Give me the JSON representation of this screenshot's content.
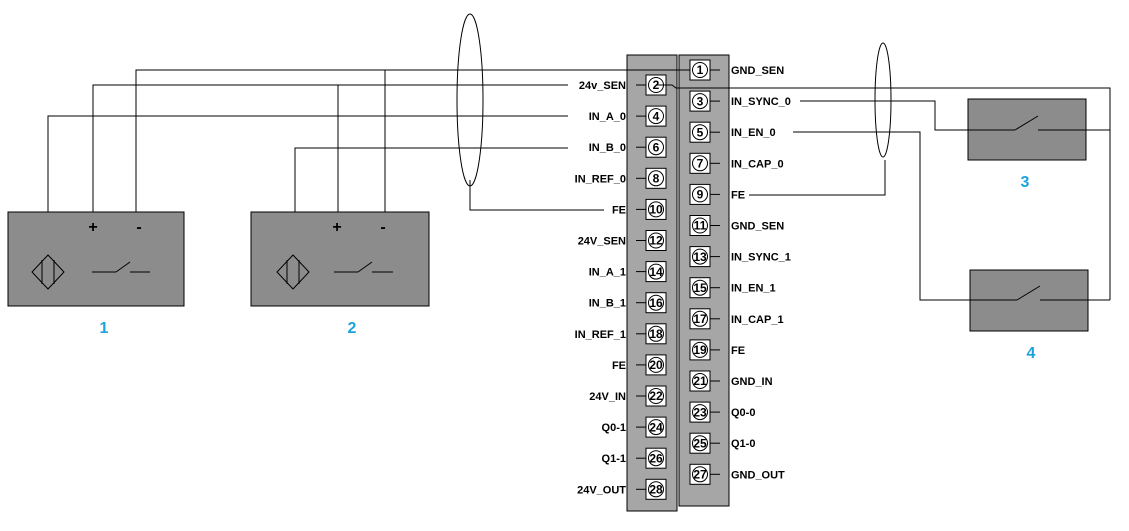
{
  "devices": [
    {
      "id": "1",
      "type": "sensor",
      "plus": "+",
      "minus": "-"
    },
    {
      "id": "2",
      "type": "sensor",
      "plus": "+",
      "minus": "-"
    },
    {
      "id": "3",
      "type": "switch"
    },
    {
      "id": "4",
      "type": "switch"
    }
  ],
  "terminals_left": [
    {
      "num": "2",
      "label": "24v_SEN"
    },
    {
      "num": "4",
      "label": "IN_A_0"
    },
    {
      "num": "6",
      "label": "IN_B_0"
    },
    {
      "num": "8",
      "label": "IN_REF_0"
    },
    {
      "num": "10",
      "label": "FE"
    },
    {
      "num": "12",
      "label": "24V_SEN"
    },
    {
      "num": "14",
      "label": "IN_A_1"
    },
    {
      "num": "16",
      "label": "IN_B_1"
    },
    {
      "num": "18",
      "label": "IN_REF_1"
    },
    {
      "num": "20",
      "label": "FE"
    },
    {
      "num": "22",
      "label": "24V_IN"
    },
    {
      "num": "24",
      "label": "Q0-1"
    },
    {
      "num": "26",
      "label": "Q1-1"
    },
    {
      "num": "28",
      "label": "24V_OUT"
    }
  ],
  "terminals_right": [
    {
      "num": "1",
      "label": "GND_SEN"
    },
    {
      "num": "3",
      "label": "IN_SYNC_0"
    },
    {
      "num": "5",
      "label": "IN_EN_0"
    },
    {
      "num": "7",
      "label": "IN_CAP_0"
    },
    {
      "num": "9",
      "label": "FE"
    },
    {
      "num": "11",
      "label": "GND_SEN"
    },
    {
      "num": "13",
      "label": "IN_SYNC_1"
    },
    {
      "num": "15",
      "label": "IN_EN_1"
    },
    {
      "num": "17",
      "label": "IN_CAP_1"
    },
    {
      "num": "19",
      "label": "FE"
    },
    {
      "num": "21",
      "label": "GND_IN"
    },
    {
      "num": "23",
      "label": "Q0-0"
    },
    {
      "num": "25",
      "label": "Q1-0"
    },
    {
      "num": "27",
      "label": "GND_OUT"
    }
  ],
  "colors": {
    "device_fill": "#8c8c8c",
    "block_fill": "#a6a6a6",
    "device_label": "#1aa3dc"
  }
}
